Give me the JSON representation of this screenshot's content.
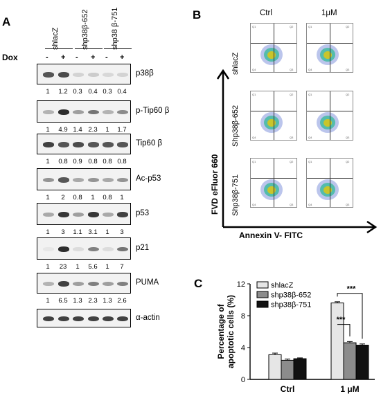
{
  "panels": {
    "a": "A",
    "b": "B",
    "c": "C"
  },
  "western": {
    "dox_label": "Dox",
    "groups": [
      "shlacZ",
      "shp38β-652",
      "shp38 β-751"
    ],
    "treatment": [
      "-",
      "+",
      "-",
      "+",
      "-",
      "+"
    ],
    "blots": [
      {
        "label": "p38β",
        "quant": [
          "1",
          "1.2",
          "0.3",
          "0.4",
          "0.3",
          "0.4"
        ],
        "intensity": [
          0.75,
          0.8,
          0.15,
          0.18,
          0.12,
          0.15
        ]
      },
      {
        "label": "p-Tip60 β",
        "quant": [
          "1",
          "4.9",
          "1.4",
          "2.3",
          "1",
          "1.7"
        ],
        "intensity": [
          0.3,
          0.95,
          0.4,
          0.6,
          0.3,
          0.5
        ]
      },
      {
        "label": "Tip60 β",
        "quant": [
          "1",
          "0.8",
          "0.9",
          "0.8",
          "0.8",
          "0.8"
        ],
        "intensity": [
          0.85,
          0.75,
          0.8,
          0.75,
          0.75,
          0.75
        ]
      },
      {
        "label": "Ac-p53",
        "quant": [
          "1",
          "2",
          "0.8",
          "1",
          "0.8",
          "1"
        ],
        "intensity": [
          0.45,
          0.75,
          0.35,
          0.45,
          0.35,
          0.45
        ]
      },
      {
        "label": "p53",
        "quant": [
          "1",
          "3",
          "1.1",
          "3.1",
          "1",
          "3"
        ],
        "intensity": [
          0.35,
          0.9,
          0.4,
          0.9,
          0.35,
          0.85
        ]
      },
      {
        "label": "p21",
        "quant": [
          "1",
          "23",
          "1",
          "5.6",
          "1",
          "7"
        ],
        "intensity": [
          0.05,
          0.95,
          0.1,
          0.55,
          0.1,
          0.6
        ]
      },
      {
        "label": "PUMA",
        "quant": [
          "1",
          "6.5",
          "1.3",
          "2.3",
          "1.3",
          "2.6"
        ],
        "intensity": [
          0.3,
          0.85,
          0.4,
          0.55,
          0.4,
          0.55
        ]
      },
      {
        "label": "α-actin",
        "quant": [],
        "intensity": [
          0.85,
          0.85,
          0.85,
          0.85,
          0.85,
          0.85
        ]
      }
    ]
  },
  "flow": {
    "col_titles": [
      "Ctrl",
      "1μM"
    ],
    "row_labels": [
      "shlacZ",
      "Shp38β-652",
      "Shp38β-751"
    ],
    "y_axis_label": "FVD eFluor 660",
    "x_axis_label": "Annexin V- FITC"
  },
  "chart_data": {
    "type": "bar",
    "categories": [
      "Ctrl",
      "1 μM"
    ],
    "series": [
      {
        "name": "shlacZ",
        "values": [
          3.1,
          9.6
        ],
        "errors": [
          0.2,
          0.15
        ],
        "color": "#e6e6e6"
      },
      {
        "name": "shp38β-652",
        "values": [
          2.4,
          4.6
        ],
        "errors": [
          0.15,
          0.15
        ],
        "color": "#8c8c8c"
      },
      {
        "name": "shp38β-751",
        "values": [
          2.6,
          4.3
        ],
        "errors": [
          0.1,
          0.15
        ],
        "color": "#111111"
      }
    ],
    "ylabel": "Percentage of apoptotic cells (%)",
    "ylim": [
      0,
      12
    ],
    "yticks": [
      "0",
      "4",
      "8",
      "12"
    ],
    "annotations": [
      "***",
      "***"
    ],
    "legend": "top-right"
  }
}
